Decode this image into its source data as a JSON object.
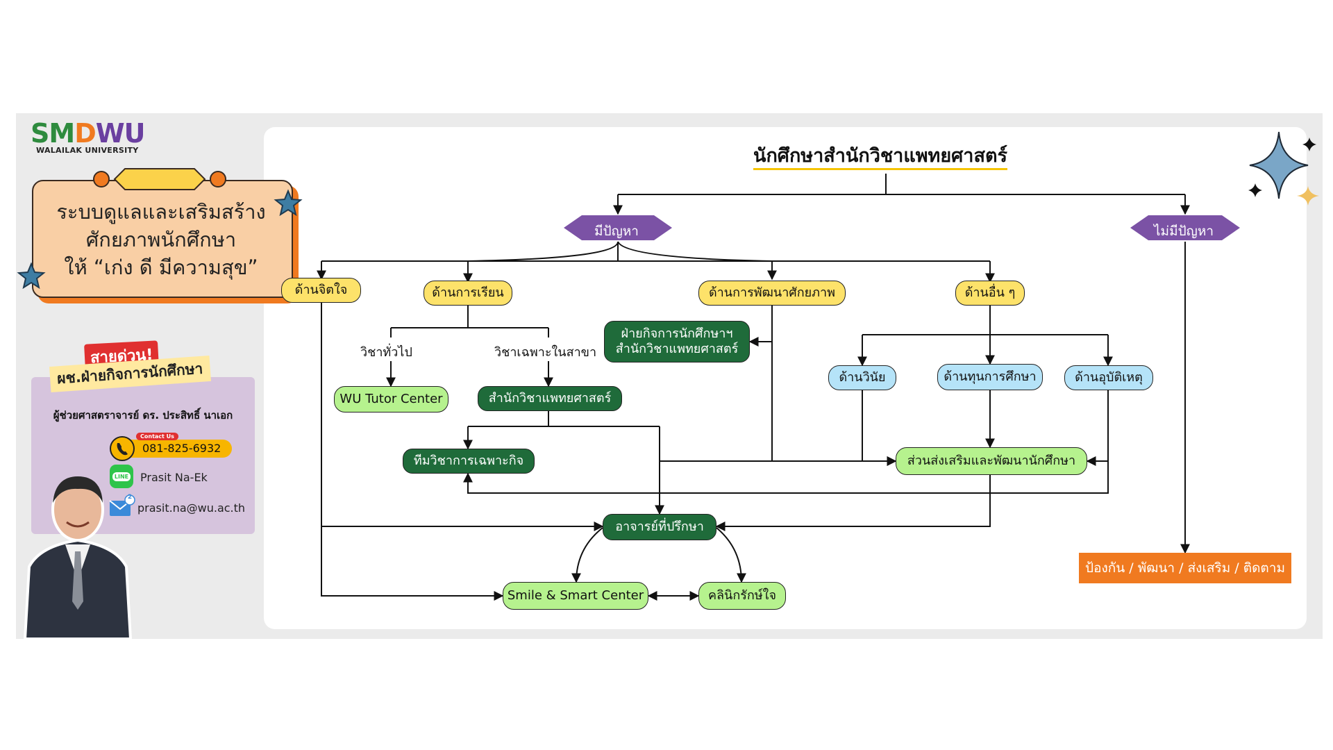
{
  "logo": {
    "part_a": "SM",
    "part_b": "D",
    "part_c": "WU",
    "subtitle": "WALAILAK UNIVERSITY"
  },
  "banner": {
    "line1": "ระบบดูแลและเสริมสร้าง",
    "line2": "ศักยภาพนักศึกษา",
    "line3": "ให้ “เก่ง ดี มีความสุข”"
  },
  "hotline": {
    "badge": "สายด่วน!",
    "subtitle": "ผช.ฝ่ายกิจการนักศึกษา",
    "name": "ผู้ช่วยศาสตราจารย์ ดร. ประสิทธิ์ นาเอก",
    "contact_tag": "Contact Us",
    "phone": "081-825-6932",
    "line_icon_text": "LINE",
    "line_id": "Prasit Na-Ek",
    "mail_badge": "2",
    "email": "prasit.na@wu.ac.th"
  },
  "diagram": {
    "title": "นักศึกษาสำนักวิชาแพทยศาสตร์",
    "has_problem": "มีปัญหา",
    "no_problem": "ไม่มีปัญหา",
    "mental": "ด้านจิตใจ",
    "study": "ด้านการเรียน",
    "development": "ด้านการพัฒนาศักยภาพ",
    "other": "ด้านอื่น ๆ",
    "general_subject": "วิชาทั่วไป",
    "major_subject": "วิชาเฉพาะในสาขา",
    "student_affairs_line1": "ฝ่ายกิจการนักศึกษาฯ",
    "student_affairs_line2": "สำนักวิชาแพทยศาสตร์",
    "discipline": "ด้านวินัย",
    "scholarship": "ด้านทุนการศึกษา",
    "accident": "ด้านอุบัติเหตุ",
    "tutor_center": "WU Tutor Center",
    "school_medicine": "สำนักวิชาแพทยศาสตร์",
    "academic_team": "ทีมวิชาการเฉพาะกิจ",
    "promotion_unit": "ส่วนส่งเสริมและพัฒนานักศึกษา",
    "advisor": "อาจารย์ที่ปรึกษา",
    "smile_center": "Smile & Smart Center",
    "clinic": "คลินิกรักษ์ใจ",
    "prevention": "ป้องกัน / พัฒนา / ส่งเสริม / ติดตาม"
  },
  "colors": {
    "hexagon": "#7b52a5",
    "yellow_node": "#fde26a",
    "blue_node": "#b5e3f8",
    "light_green_node": "#b6f28e",
    "dark_green_node": "#1f6b3a",
    "orange_node": "#f07a20"
  }
}
